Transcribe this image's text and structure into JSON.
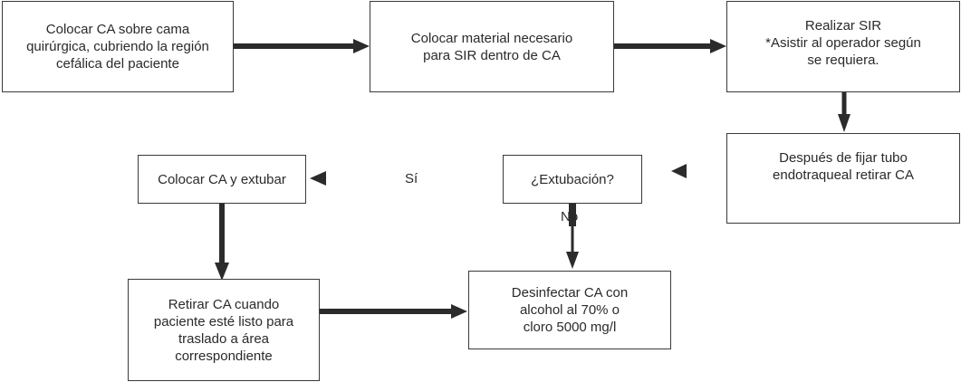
{
  "diagram": {
    "nodes": [
      {
        "id": "n1",
        "text": "Colocar CA sobre cama\nquirúrgica, cubriendo la región\ncefálica del paciente"
      },
      {
        "id": "n2",
        "text": "Colocar material necesario\npara SIR dentro de CA"
      },
      {
        "id": "n3",
        "text": "Realizar SIR\n*Asistir al operador según\nse requiera."
      },
      {
        "id": "n4",
        "text": "Después de fijar tubo\nendotraqueal retirar CA"
      },
      {
        "id": "n5",
        "text": "¿Extubación?"
      },
      {
        "id": "n6",
        "text": "Colocar CA y extubar"
      },
      {
        "id": "n7",
        "text": "Retirar CA cuando\npaciente esté listo para\ntraslado a área\ncorrespondiente"
      },
      {
        "id": "n8",
        "text": "Desinfectar CA con\nalcohol al 70% o\ncloro 5000 mg/l"
      }
    ],
    "edge_labels": {
      "yes": "Sí",
      "no": "No"
    },
    "edges": [
      {
        "from": "n1",
        "to": "n2"
      },
      {
        "from": "n2",
        "to": "n3"
      },
      {
        "from": "n3",
        "to": "n4"
      },
      {
        "from": "n4",
        "to": "n5"
      },
      {
        "from": "n5",
        "to": "n6",
        "label": "Sí"
      },
      {
        "from": "n5",
        "to": "n8",
        "label": "No"
      },
      {
        "from": "n6",
        "to": "n7"
      },
      {
        "from": "n7",
        "to": "n8"
      }
    ],
    "colors": {
      "line": "#2b2b2b",
      "border": "#3a3a3a",
      "text": "#2a2a2a"
    }
  }
}
